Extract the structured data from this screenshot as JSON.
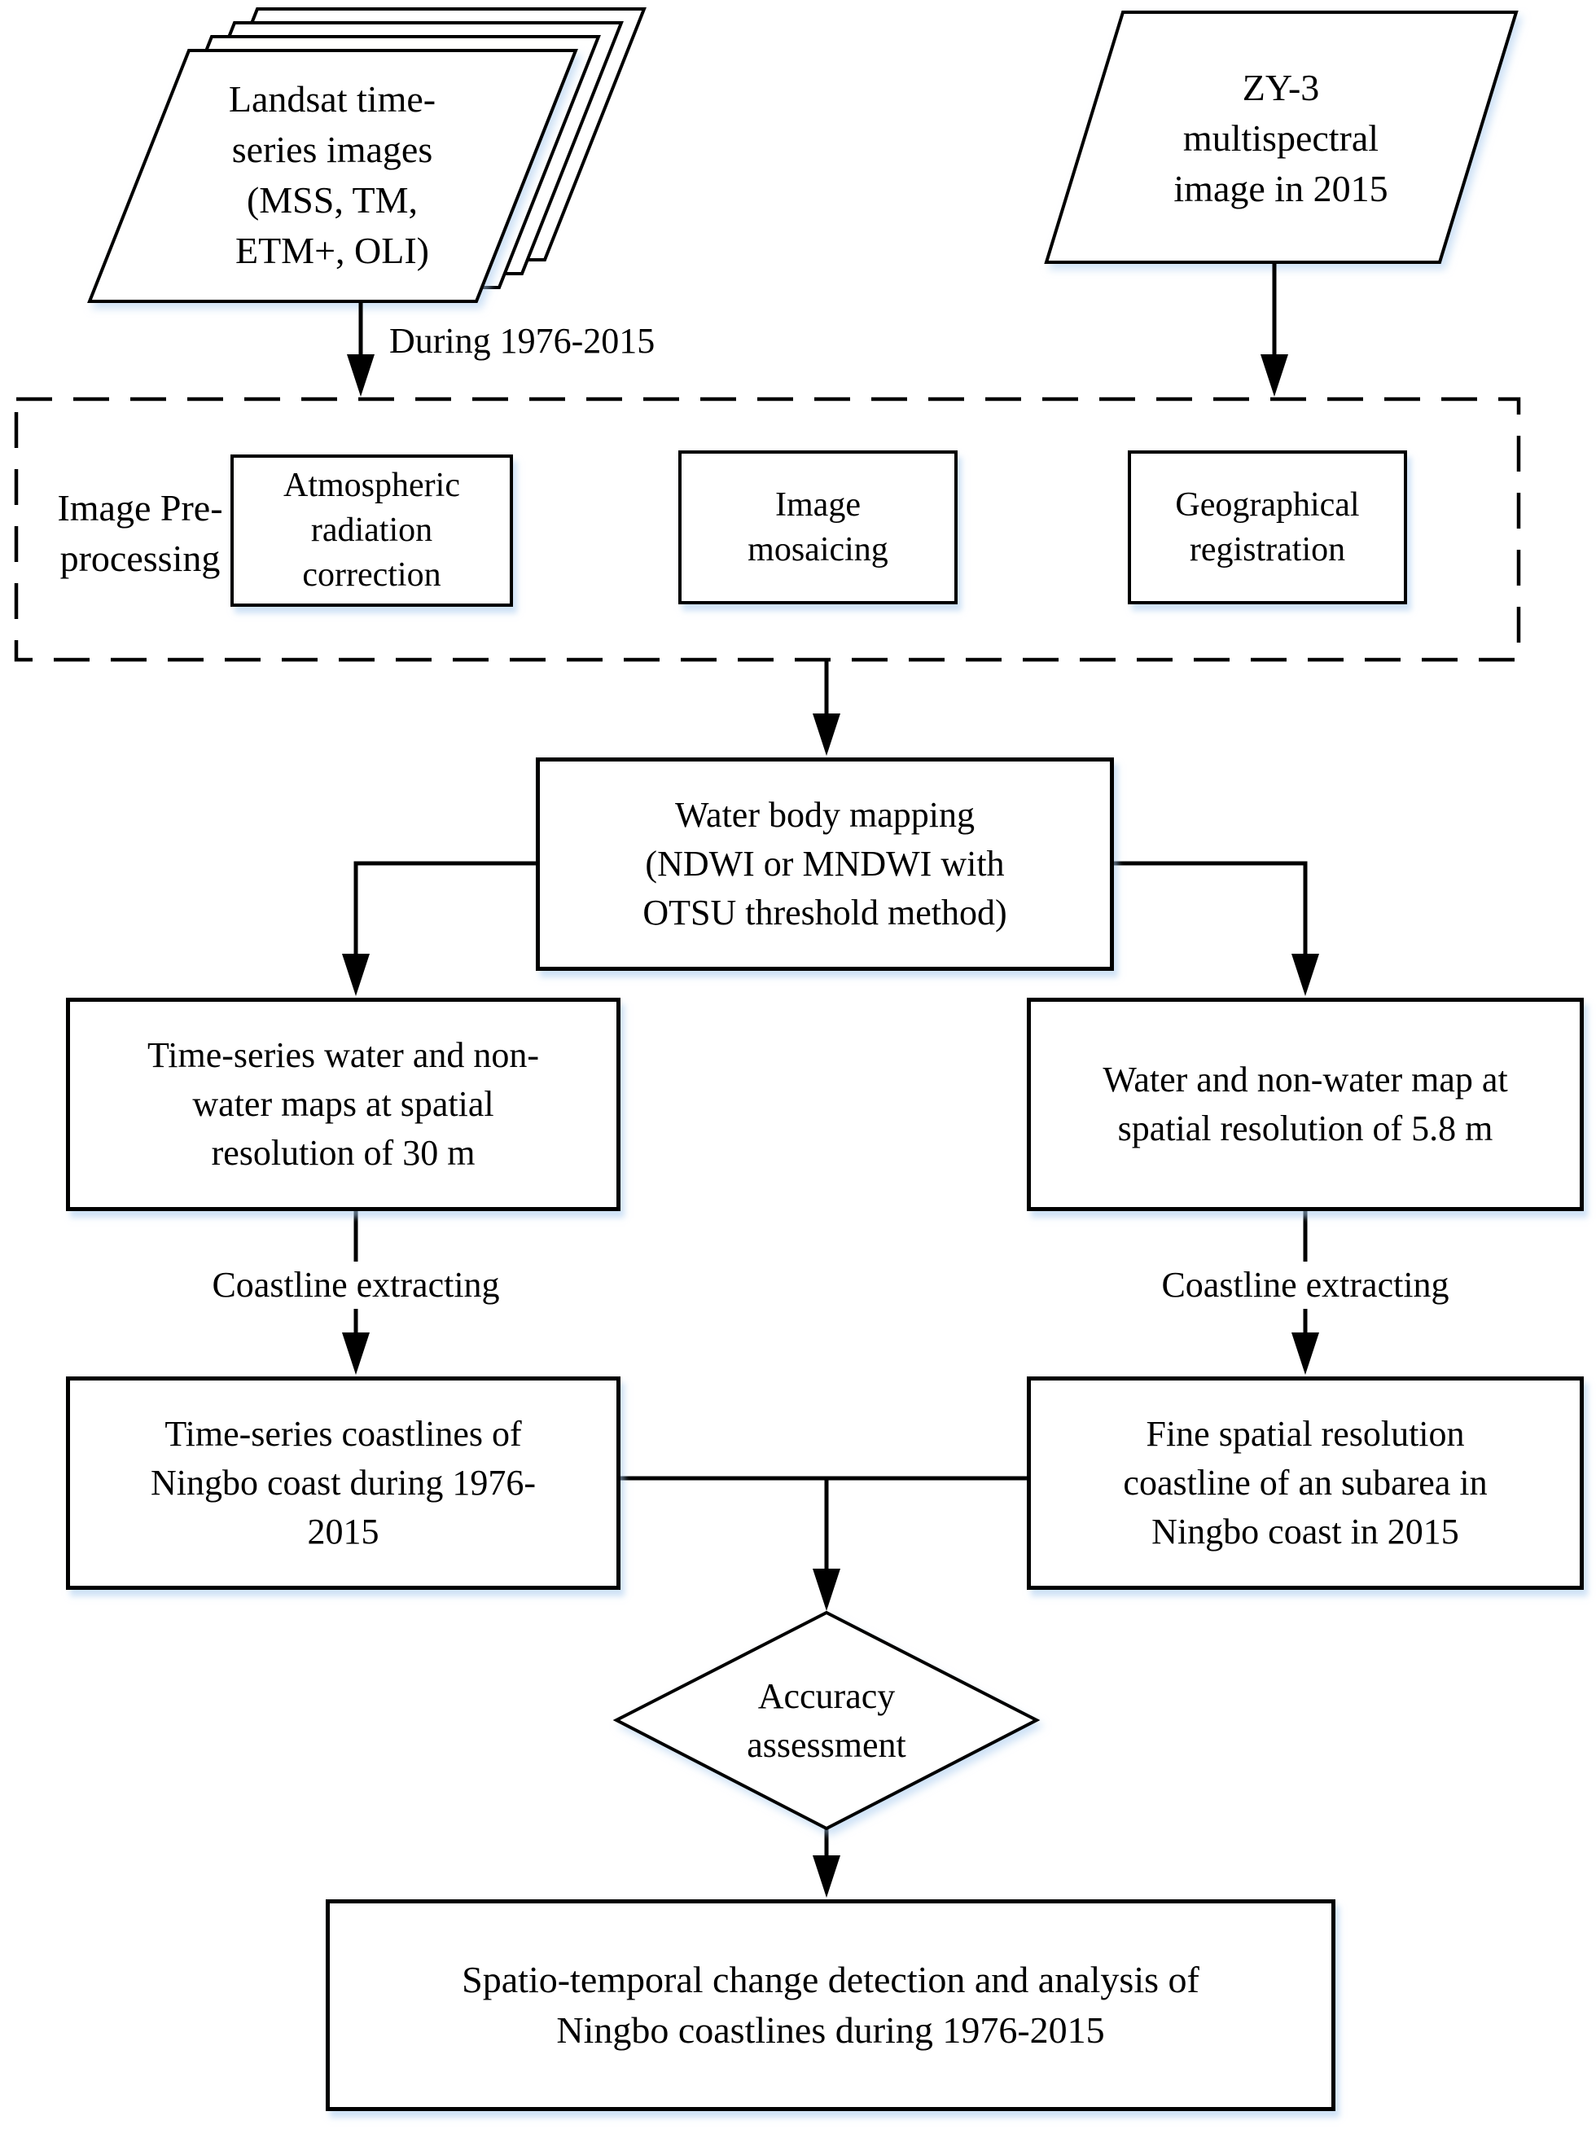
{
  "colors": {
    "line": "#000000",
    "box_fill": "#ffffff",
    "background": "#ffffff",
    "shadow_tint": "#a8caee"
  },
  "nodes": {
    "landsat": {
      "type": "parallelogram-stack",
      "label": "Landsat time-\nseries images\n(MSS, TM,\nETM+, OLI)"
    },
    "zy3": {
      "type": "parallelogram",
      "label": "ZY-3\nmultispectral\nimage in 2015"
    },
    "preprocessing_group": {
      "type": "dashed-group",
      "label": "Image Pre-\nprocessing"
    },
    "atmospheric": {
      "type": "process-box",
      "label": "Atmospheric\nradiation\ncorrection"
    },
    "mosaicing": {
      "type": "process-box",
      "label": "Image\nmosaicing"
    },
    "registration": {
      "type": "process-box",
      "label": "Geographical\nregistration"
    },
    "water_mapping": {
      "type": "process-box",
      "label": "Water body mapping\n(NDWI or MNDWI with\nOTSU threshold method)"
    },
    "landsat_maps": {
      "type": "process-box",
      "label": "Time-series water and non-\nwater maps at spatial\nresolution of 30 m"
    },
    "zy3_map": {
      "type": "process-box",
      "label": "Water and non-water map at\nspatial resolution of 5.8 m"
    },
    "landsat_coastlines": {
      "type": "process-box",
      "label": "Time-series coastlines of\nNingbo coast during 1976-\n2015"
    },
    "zy3_coastline": {
      "type": "process-box",
      "label": "Fine spatial resolution\ncoastline of an subarea in\nNingbo coast in 2015"
    },
    "accuracy": {
      "type": "decision-diamond",
      "label": "Accuracy\nassessment"
    },
    "analysis": {
      "type": "process-box",
      "label": "Spatio-temporal change detection and analysis of\nNingbo coastlines during 1976-2015"
    }
  },
  "edge_labels": {
    "during": "During 1976-2015",
    "coastline_extracting_left": "Coastline extracting",
    "coastline_extracting_right": "Coastline extracting"
  }
}
